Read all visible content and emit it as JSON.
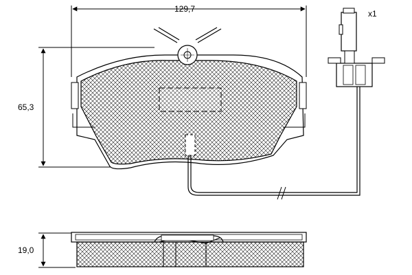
{
  "dimensions": {
    "width": "129,7",
    "height": "65,3",
    "thickness": "19,0"
  },
  "sensor": {
    "quantity": "x1"
  }
}
